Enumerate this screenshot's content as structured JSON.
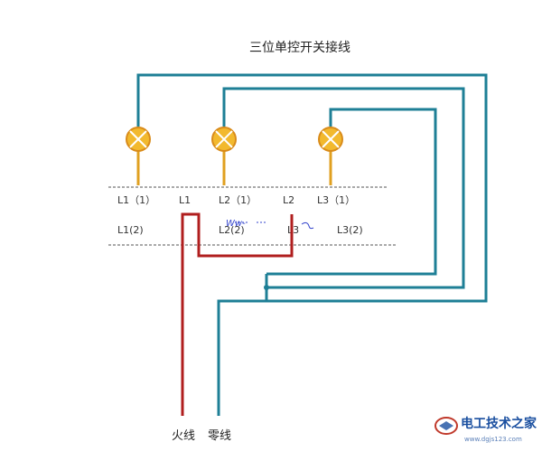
{
  "diagram": {
    "title": "三位单控开关接线",
    "colors": {
      "blue_wire": "#1e7f96",
      "red_wire": "#b01e1e",
      "lamp_stem": "#e0a020",
      "lamp_fill": "#f2b92e",
      "lamp_border": "#d98b1a",
      "dash": "#555555"
    },
    "row1_labels": [
      "L1（1）",
      "L1",
      "L2（1）",
      "L2",
      "L3（1）"
    ],
    "row2_labels": [
      "L1(2)",
      "L2(2)",
      "L3",
      "L3(2)"
    ],
    "handwriting": "Ww-",
    "bottom_labels": {
      "fire": "火线",
      "neutral": "零线"
    }
  },
  "watermark": {
    "name": "电工技术之家",
    "url": "www.dgjs123.com"
  }
}
